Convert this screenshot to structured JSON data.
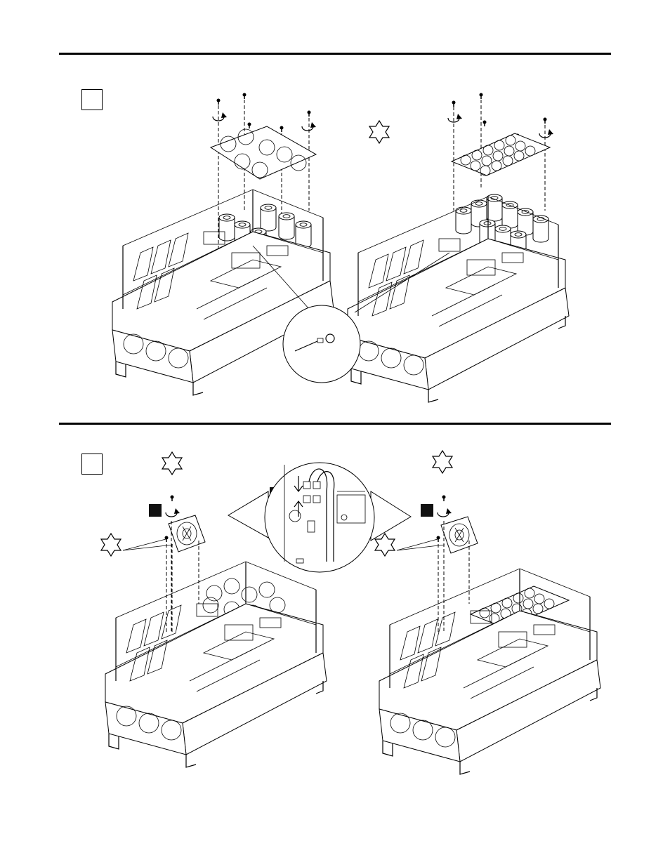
{
  "sections": [
    {
      "step_label": "",
      "tool_icon": "torx-star-icon",
      "items": [
        "capacitor-plate-left",
        "capacitor-plate-right",
        "ring-terminal-magnifier"
      ]
    },
    {
      "step_label": "",
      "tool_icon": "torx-star-icon",
      "items": [
        "fan-left",
        "fan-right",
        "connector-magnifier"
      ]
    }
  ],
  "colors": {
    "ink": "#000000",
    "callout": "#111111",
    "paper": "#ffffff"
  }
}
